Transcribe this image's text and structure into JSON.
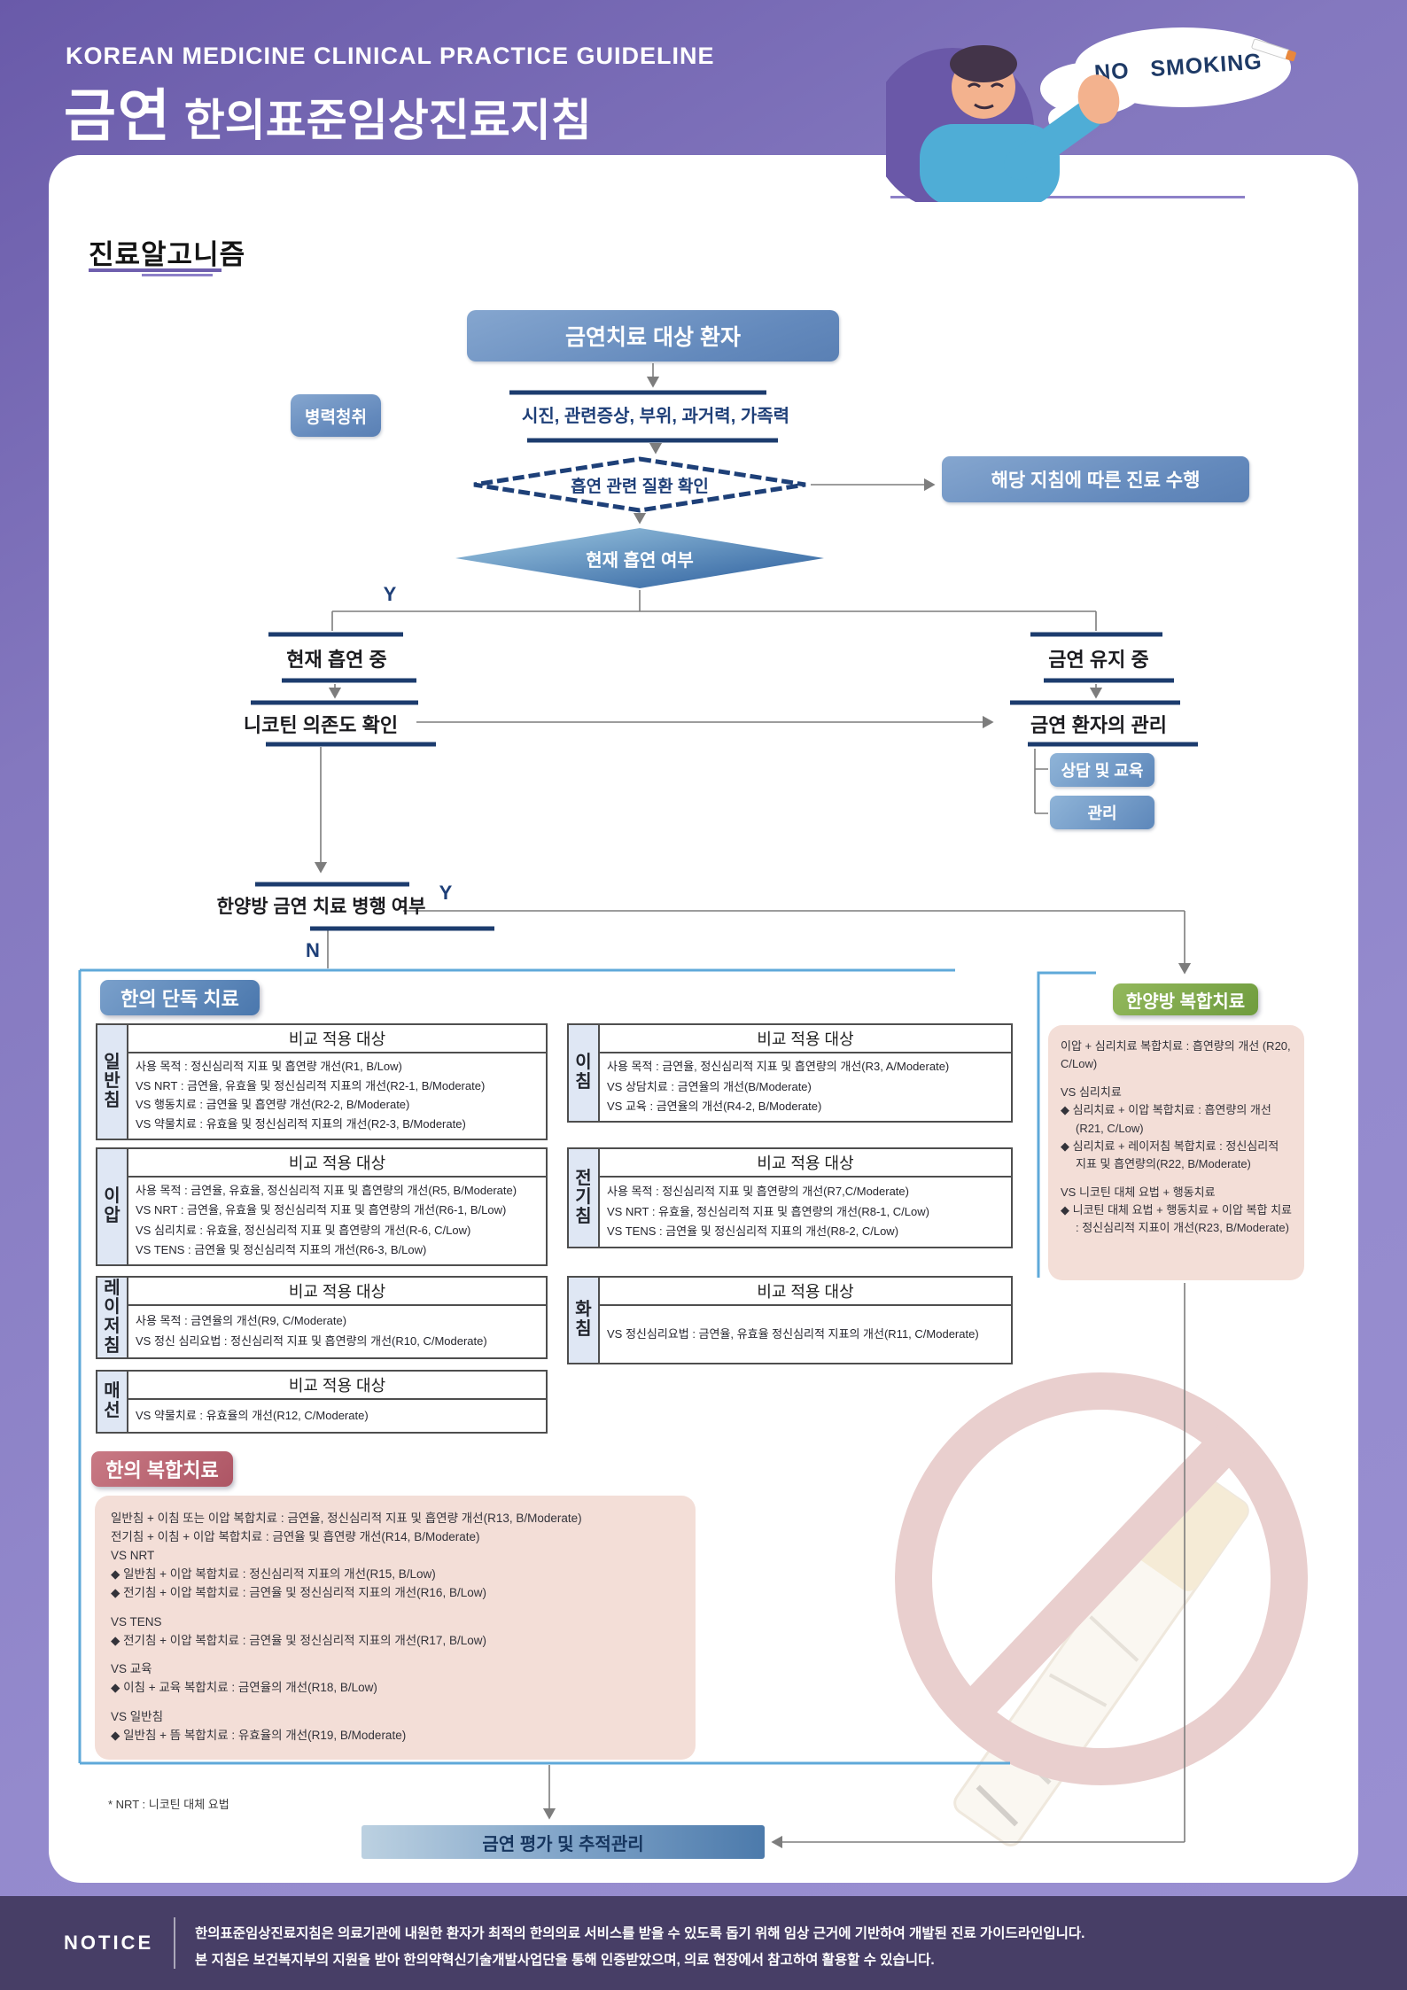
{
  "header": {
    "eyebrow": "KOREAN MEDICINE CLINICAL PRACTICE GUIDELINE",
    "title_highlight": "금연",
    "title_rest": "한의표준임상진료지침",
    "bubble_text": "NO SMOKING"
  },
  "algorithm": {
    "heading": "진료알고니즘",
    "start": "금연치료 대상 환자",
    "history_taking": "병력청취",
    "assessment": "시진, 관련증상, 부위, 과거력, 가족력",
    "decision_disease": "흡연 관련 질환 확인",
    "follow_guideline": "해당 지침에 따른 진료 수행",
    "decision_current_smoking": "현재 흡연 여부",
    "label_yes": "Y",
    "label_no": "N",
    "currently_smoking": "현재 흡연 중",
    "maintaining_cessation": "금연 유지 중",
    "nicotine_dependence": "니코틴 의존도 확인",
    "patient_management": "금연 환자의 관리",
    "counseling_education": "상담 및 교육",
    "management": "관리",
    "combined_question": "한양방 금연 치료 병행 여부"
  },
  "single_treatment": {
    "title": "한의 단독 치료",
    "table_header": "비교 적용 대상",
    "left_tables": [
      {
        "label": "일반침",
        "rows": [
          "사용 목적 : 정신심리적 지표 및 흡연량 개선(R1, B/Low)",
          "VS NRT : 금연율, 유효율 및 정신심리적 지표의 개선(R2-1, B/Moderate)",
          "VS 행동치료 : 금연율 및 흡연량 개선(R2-2, B/Moderate)",
          "VS 약물치료 : 유효율 및 정신심리적 지표의 개선(R2-3, B/Moderate)"
        ]
      },
      {
        "label": "이압",
        "rows": [
          "사용 목적 : 금연율, 유효율, 정신심리적 지표 및 흡연량의 개선(R5, B/Moderate)",
          "VS NRT : 금연율, 유효율 및 정신심리적 지표 및 흡연량의 개선(R6-1, B/Low)",
          "VS 심리치료 : 유효율, 정신심리적 지표 및 흡연량의 개선(R-6, C/Low)",
          "VS TENS : 금연율 및 정신심리적 지표의 개선(R6-3, B/Low)"
        ]
      },
      {
        "label": "레이저침",
        "rows": [
          "사용 목적 : 금연율의 개선(R9, C/Moderate)",
          "VS 정신 심리요법 : 정신심리적 지표 및 흡연량의 개선(R10, C/Moderate)"
        ]
      },
      {
        "label": "매선",
        "rows": [
          "VS 약물치료 : 유효율의 개선(R12, C/Moderate)"
        ]
      }
    ],
    "right_tables": [
      {
        "label": "이침",
        "rows": [
          "사용 목적 : 금연율, 정신심리적 지표 및 흡연량의 개선(R3, A/Moderate)",
          "VS 상담치료 : 금연율의 개선(B/Moderate)",
          "VS 교육 : 금연율의 개선(R4-2, B/Moderate)"
        ]
      },
      {
        "label": "전기침",
        "rows": [
          "사용 목적 : 정신심리적 지표 및 흡연량의 개선(R7,C/Moderate)",
          "VS NRT : 유효율, 정신심리적 지표 및 흡연량의 개선(R8-1, C/Low)",
          "VS TENS : 금연율 및 정신심리적 지표의 개선(R8-2, C/Low)"
        ]
      },
      {
        "label": "화침",
        "rows": [
          "VS 정신심리요법 : 금연율, 유효율 정신심리적 지표의 개선(R11, C/Moderate)"
        ]
      }
    ]
  },
  "combined_western": {
    "title": "한양방 복합치료",
    "lines": [
      "이압 + 심리치료 복합치료 : 흡연량의 개선 (R20, C/Low)",
      "",
      "VS 심리치료",
      "◆ 심리치료 + 이압 복합치료 : 흡연량의 개선 (R21, C/Low)",
      "◆ 심리치료 + 레이저침 복합치료 : 정신심리적 지표 및 흡연량의(R22, B/Moderate)",
      "",
      "VS 니코틴 대체 요법 + 행동치료",
      "◆ 니코틴 대체 요법 + 행동치료 + 이압 복합 치료 : 정신심리적 지표이 개선(R23, B/Moderate)"
    ]
  },
  "combined_km": {
    "title": "한의 복합치료",
    "lines": [
      "일반침 + 이침 또는 이압 복합치료 : 금연율, 정신심리적 지표 및 흡연량 개선(R13, B/Moderate)",
      "전기침 + 이침 + 이압 복합치료 : 금연율 및 흡연량 개선(R14, B/Moderate)",
      "VS NRT",
      "◆ 일반침 + 이압 복합치료 : 정신심리적 지표의 개선(R15, B/Low)",
      "◆ 전기침 + 이압 복합치료 : 금연율 및 정신심리적 지표의 개선(R16, B/Low)",
      "",
      "VS TENS",
      "◆ 전기침 + 이압 복합치료 : 금연율 및 정신심리적 지표의 개선(R17, B/Low)",
      "",
      "VS 교육",
      "◆ 이침 + 교육 복합치료 : 금연율의 개선(R18, B/Low)",
      "",
      "VS 일반침",
      "◆ 일반침 + 뜸 복합치료 : 유효율의 개선(R19, B/Moderate)"
    ]
  },
  "footnote": "* NRT : 니코틴 대체 요법",
  "followup": "금연 평가 및 추적관리",
  "footer": {
    "label": "NOTICE",
    "line1": "한의표준임상진료지침은 의료기관에 내원한 환자가 최적의 한의의료 서비스를 받을 수 있도록 돕기 위해 임상 근거에 기반하여 개발된 진료 가이드라인입니다.",
    "line2": "본 지침은 보건복지부의 지원을 받아 한의약혁신기술개발사업단을 통해 인증받았으며, 의료 현장에서 참고하여 활용할 수 있습니다."
  },
  "colors": {
    "brand_purple": "#8d80c8",
    "navy": "#1e3f78",
    "steel_blue_box": "#6389bc",
    "green_pill": "#7aa04a",
    "rose_pill": "#c06a76",
    "pink_panel": "#f3ded7",
    "bracket_blue": "#5fa9d9"
  }
}
